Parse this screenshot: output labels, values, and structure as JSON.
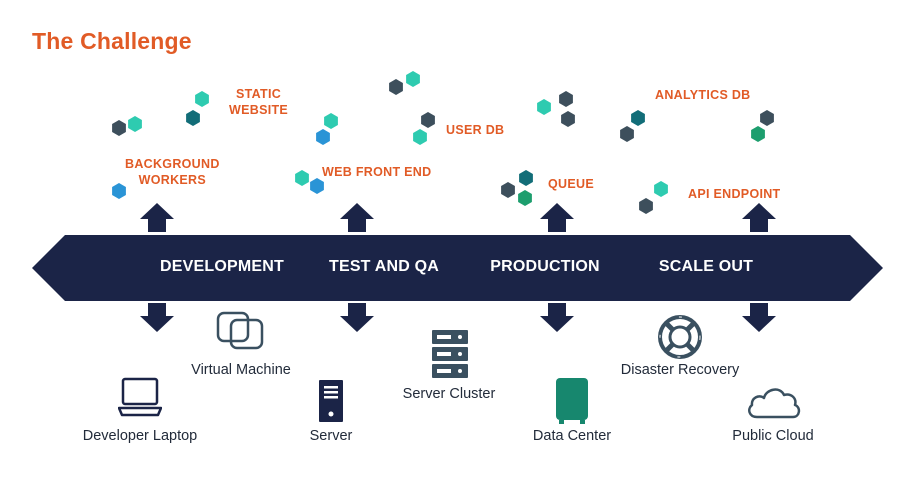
{
  "title": "The Challenge",
  "stages": [
    "DEVELOPMENT",
    "TEST AND QA",
    "PRODUCTION",
    "SCALE OUT"
  ],
  "components": {
    "static_website": [
      "STATIC",
      "WEBSITE"
    ],
    "background_workers": [
      "BACKGROUND",
      "WORKERS"
    ],
    "user_db": "USER DB",
    "web_front_end": "WEB FRONT END",
    "queue": "QUEUE",
    "analytics_db": "ANALYTICS DB",
    "api_endpoint": "API ENDPOINT"
  },
  "infrastructure": {
    "developer_laptop": "Developer Laptop",
    "virtual_machine": "Virtual Machine",
    "server": "Server",
    "server_cluster": "Server Cluster",
    "data_center": "Data Center",
    "disaster_recovery": "Disaster Recovery",
    "public_cloud": "Public Cloud"
  },
  "colors": {
    "navy": "#1b2447",
    "orange": "#e15b26",
    "teal": "#2ecbb0",
    "dark_slate": "#3d4f5c",
    "blue": "#2a94d6",
    "green": "#1d9e6e",
    "dark_teal": "#126d78",
    "data_center_green": "#17876e"
  }
}
